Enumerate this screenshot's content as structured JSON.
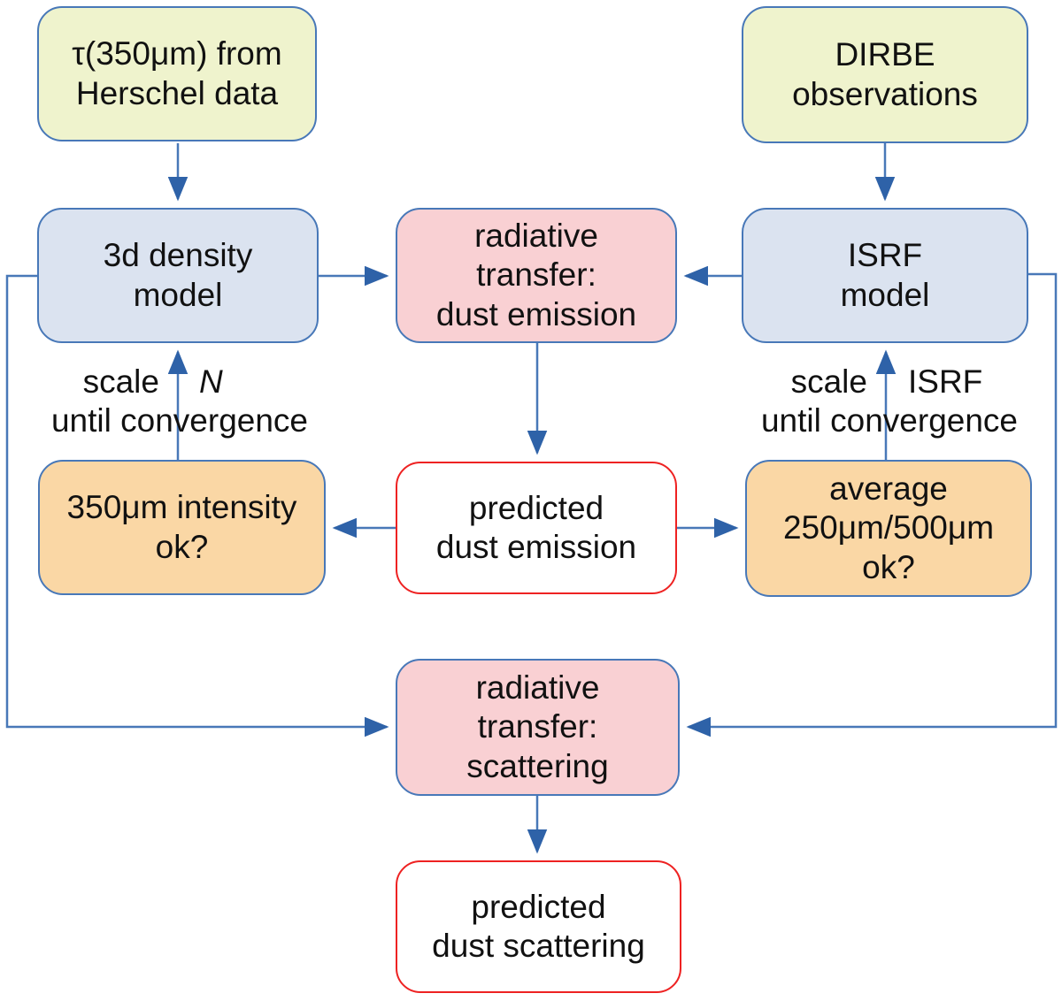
{
  "diagram": {
    "nodes": {
      "tau": {
        "label": "τ(350μm) from\nHerschel data"
      },
      "dirbe": {
        "label": "DIRBE\nobservations"
      },
      "density": {
        "label": "3d density\nmodel"
      },
      "rt_emission": {
        "label": "radiative\ntransfer:\ndust emission"
      },
      "isrf": {
        "label": "ISRF\nmodel"
      },
      "intensity_ok": {
        "label": "350μm intensity\nok?"
      },
      "predicted_emission": {
        "label": "predicted\ndust emission"
      },
      "average_ok": {
        "label": "average\n250μm/500μm\nok?"
      },
      "rt_scattering": {
        "label": "radiative\ntransfer:\nscattering"
      },
      "predicted_scattering": {
        "label": "predicted\ndust scattering"
      }
    },
    "annotations": {
      "left_scale": "scale",
      "left_var": "N",
      "left_until": "until convergence",
      "right_scale": "scale",
      "right_var": "ISRF",
      "right_until": "until convergence"
    },
    "colors": {
      "input_fill": "#eff3cd",
      "model_fill": "#dbe3f0",
      "process_fill": "#f9d0d3",
      "check_fill": "#fad7a5",
      "output_fill": "#ffffff",
      "node_border": "#4878b8",
      "output_border": "#ee2222",
      "arrow_line": "#4878b8",
      "arrow_head": "#2e62a8",
      "text": "#111111"
    }
  }
}
